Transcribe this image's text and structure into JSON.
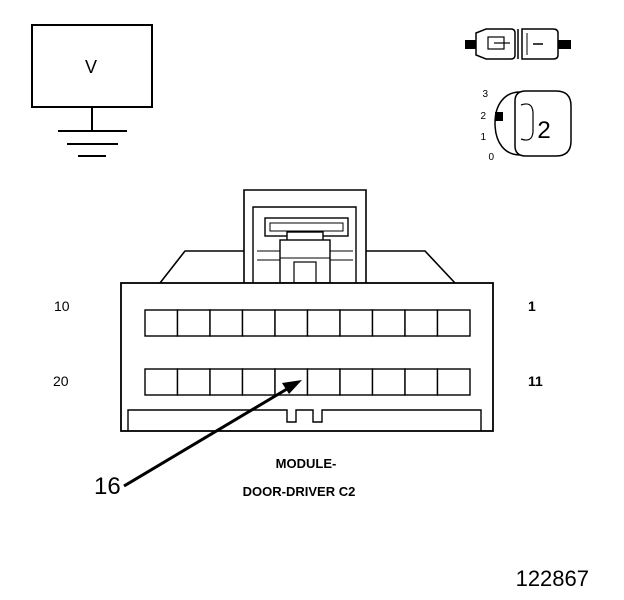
{
  "voltmeter_symbol": {
    "label": "V"
  },
  "connector_view_icon": {
    "label": ""
  },
  "position_selector": {
    "positions": [
      "3",
      "2",
      "1",
      "0"
    ],
    "selected": "2",
    "dial_number": "2"
  },
  "connector": {
    "top_row_left_pin": "10",
    "top_row_right_pin": "1",
    "bottom_row_left_pin": "20",
    "bottom_row_right_pin": "11",
    "callout_pin": "16",
    "name_line1": "MODULE-",
    "name_line2": "DOOR-DRIVER C2"
  },
  "figure_number": "122867"
}
